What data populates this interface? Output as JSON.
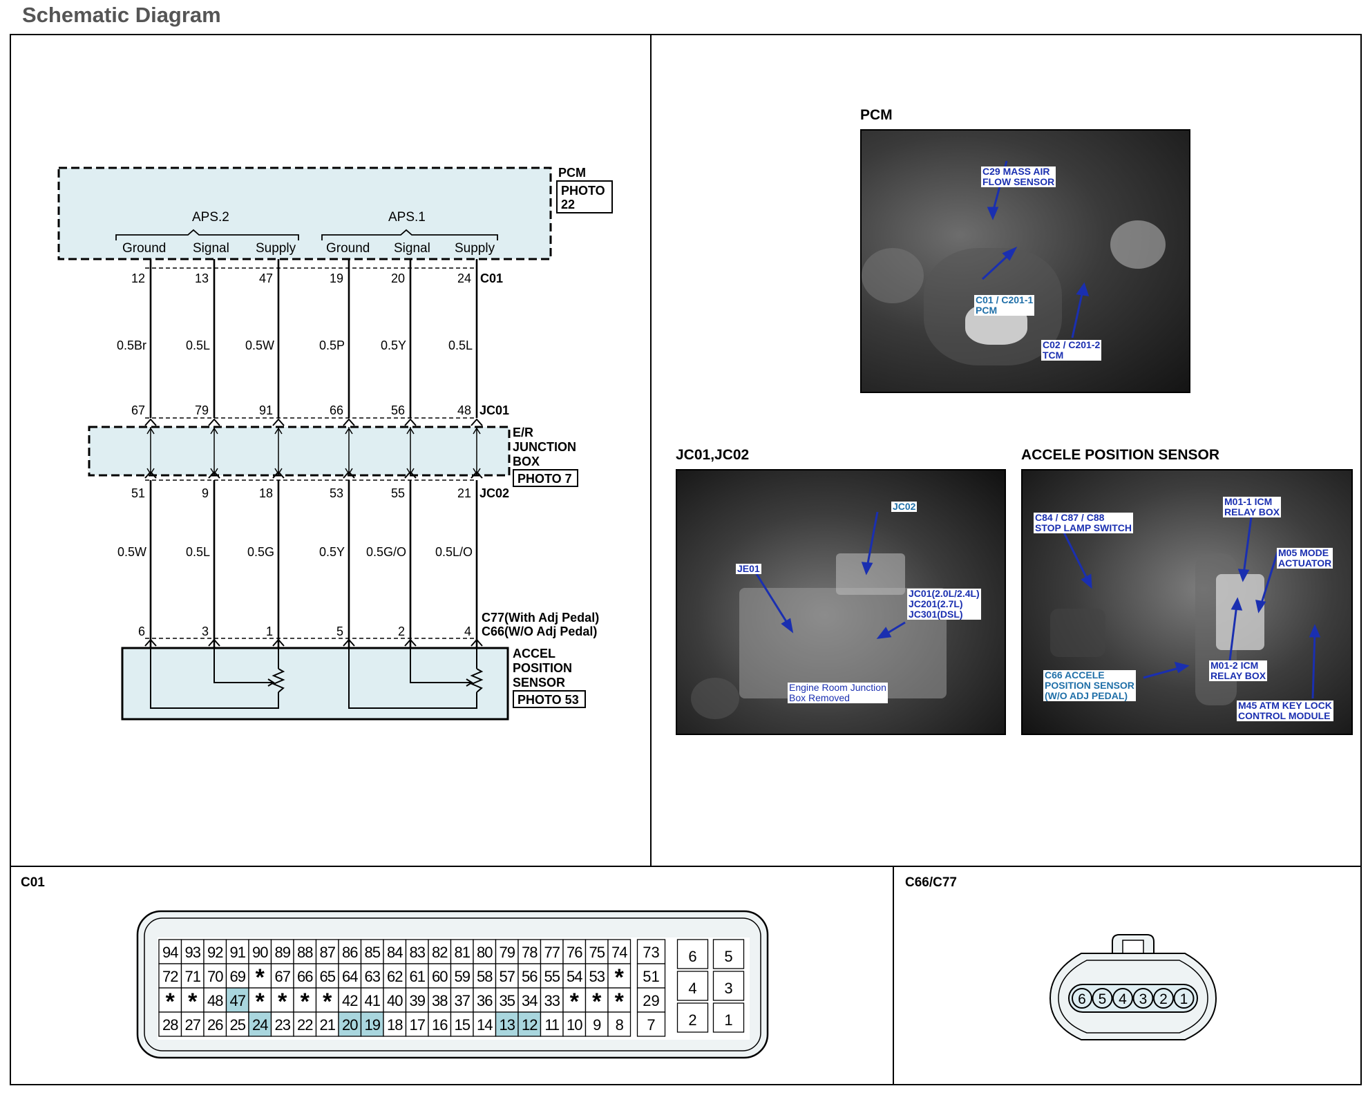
{
  "page_title": "Schematic Diagram",
  "colors": {
    "module_fill": "#dfeef2",
    "pin_highlight": "#a9d6de",
    "callout_text": "#1a2fb0"
  },
  "schematic": {
    "pcm": {
      "name": "PCM",
      "photo": "PHOTO\n22"
    },
    "aps2": {
      "label": "APS.2",
      "pins": [
        "Ground",
        "Signal",
        "Supply"
      ]
    },
    "aps1": {
      "label": "APS.1",
      "pins": [
        "Ground",
        "Signal",
        "Supply"
      ]
    },
    "c01": {
      "name": "C01",
      "pins": [
        "12",
        "13",
        "47",
        "19",
        "20",
        "24"
      ]
    },
    "wires_upper": [
      "0.5Br",
      "0.5L",
      "0.5W",
      "0.5P",
      "0.5Y",
      "0.5L"
    ],
    "jc01": {
      "name": "JC01",
      "pins": [
        "67",
        "79",
        "91",
        "66",
        "56",
        "48"
      ]
    },
    "junction_box": {
      "label": "E/R\nJUNCTION\nBOX",
      "photo": "PHOTO 7"
    },
    "jc02": {
      "name": "JC02",
      "pins": [
        "51",
        "9",
        "18",
        "53",
        "55",
        "21"
      ]
    },
    "wires_lower": [
      "0.5W",
      "0.5L",
      "0.5G",
      "0.5Y",
      "0.5G/O",
      "0.5L/O"
    ],
    "sensor_connector": {
      "line1": "C77(With Adj Pedal)",
      "line2": "C66(W/O Adj Pedal)",
      "pins": [
        "6",
        "3",
        "1",
        "5",
        "2",
        "4"
      ]
    },
    "sensor": {
      "label": "ACCEL\nPOSITION\nSENSOR",
      "photo": "PHOTO 53"
    }
  },
  "photos": {
    "pcm": {
      "title": "PCM",
      "callouts": [
        "C29 MASS AIR\nFLOW SENSOR",
        "C01 / C201-1\nPCM",
        "C02 / C201-2\nTCM"
      ]
    },
    "jc": {
      "title": "JC01,JC02",
      "callouts": [
        "JC02",
        "JE01",
        "JC01(2.0L/2.4L)\nJC201(2.7L)\nJC301(DSL)",
        "Engine Room Junction\nBox Removed"
      ]
    },
    "aps": {
      "title": "ACCELE POSITION SENSOR",
      "callouts": [
        "C84 / C87 / C88\nSTOP LAMP SWITCH",
        "M01-1 ICM\nRELAY BOX",
        "M05 MODE\nACTUATOR",
        "C66 ACCELE\nPOSITION SENSOR\n(W/O ADJ PEDAL)",
        "M01-2 ICM\nRELAY BOX",
        "M45 ATM KEY LOCK\nCONTROL MODULE"
      ]
    },
    "labels": {
      "pcm_title": "PCM",
      "jc_title": "JC01,JC02",
      "aps_title": "ACCELE POSITION SENSOR"
    }
  },
  "c01_connector": {
    "title": "C01",
    "rows": [
      [
        "94",
        "93",
        "92",
        "91",
        "90",
        "89",
        "88",
        "87",
        "86",
        "85",
        "84",
        "83",
        "82",
        "81",
        "80",
        "79",
        "78",
        "77",
        "76",
        "75",
        "74"
      ],
      [
        "72",
        "71",
        "70",
        "69",
        "*",
        "67",
        "66",
        "65",
        "64",
        "63",
        "62",
        "61",
        "60",
        "59",
        "58",
        "57",
        "56",
        "55",
        "54",
        "53",
        "*"
      ],
      [
        "*",
        "*",
        "48",
        "47",
        "*",
        "*",
        "*",
        "*",
        "42",
        "41",
        "40",
        "39",
        "38",
        "37",
        "36",
        "35",
        "34",
        "33",
        "*",
        "*",
        "*"
      ],
      [
        "28",
        "27",
        "26",
        "25",
        "24",
        "23",
        "22",
        "21",
        "20",
        "19",
        "18",
        "17",
        "16",
        "15",
        "14",
        "13",
        "12",
        "11",
        "10",
        "9",
        "8"
      ]
    ],
    "mid_column": [
      "73",
      "51",
      "29",
      "7"
    ],
    "right_block": [
      [
        "6",
        "5"
      ],
      [
        "4",
        "3"
      ],
      [
        "2",
        "1"
      ]
    ],
    "highlighted": [
      "47",
      "24",
      "20",
      "19",
      "13",
      "12"
    ]
  },
  "c66_connector": {
    "title": "C66/C77",
    "pins": [
      "6",
      "5",
      "4",
      "3",
      "2",
      "1"
    ]
  }
}
